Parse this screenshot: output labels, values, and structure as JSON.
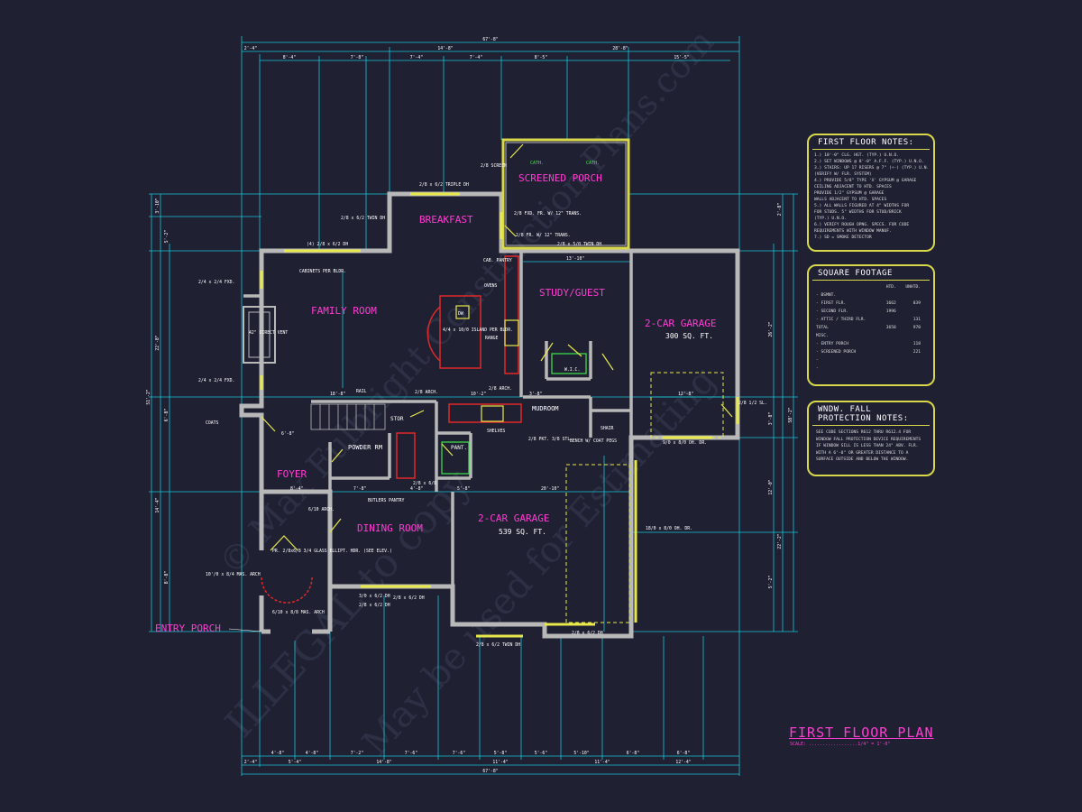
{
  "plan": {
    "title": "FIRST FLOOR PLAN",
    "scale": "SCALE: ..................1/4\" = 1'-0\""
  },
  "rooms": [
    {
      "id": "breakfast",
      "label": "BREAKFAST"
    },
    {
      "id": "screened-porch",
      "label": "SCREENED PORCH"
    },
    {
      "id": "family-room",
      "label": "FAMILY ROOM"
    },
    {
      "id": "study-guest",
      "label": "STUDY/GUEST"
    },
    {
      "id": "garage-small",
      "label": "2-CAR GARAGE",
      "area": "300 SQ. FT."
    },
    {
      "id": "foyer",
      "label": "FOYER"
    },
    {
      "id": "dining-room",
      "label": "DINING ROOM"
    },
    {
      "id": "garage-large",
      "label": "2-CAR GARAGE",
      "area": "539 SQ. FT."
    },
    {
      "id": "entry-porch",
      "label": "ENTRY PORCH"
    },
    {
      "id": "mudroom",
      "label": "MUDROOM"
    },
    {
      "id": "powder-rm",
      "label": "POWDER RM"
    }
  ],
  "notes": {
    "first_floor": {
      "title": "FIRST FLOOR NOTES:",
      "items": [
        "1.) 10'-0\" CLG. HGT. (TYP.) U.N.O.",
        "2.) SET WINDOWS @ 8'-0\" A.F.F. (TYP.) U.N.O.",
        "3.) STAIRS: UP 17 RISERS @ 7\" (+-) (TYP.) U.N.O.",
        "    (VERIFY W/ FLR. SYSTEM)",
        "4.) PROVIDE 5/8\" TYPE 'X' GYPSUM @ GARAGE",
        "    CEILING ADJACENT TO HTD. SPACES",
        "    PROVIDE 1/2\" GYPSUM @ GARAGE",
        "    WALLS ADJACENT TO HTD. SPACES",
        "5.) ALL WALLS FIGURED AT 4\" WIDTHS FOR",
        "    FOR STUDS. 5\" WIDTHS FOR STUD/BRICK",
        "    (TYP.) U.N.O.",
        "6.) VERIFY ROUGH OPNG. SPECS. FOR CODE",
        "    REQUIREMENTS WITH WINDOW MANUF.",
        "7.) SD = SMOKE DETECTOR"
      ]
    },
    "square_footage": {
      "title": "SQUARE FOOTAGE",
      "col_heated": "HTD.",
      "col_unheated": "UNHTD.",
      "rows": [
        {
          "label": "- BSMNT.",
          "htd": "",
          "unhtd": ""
        },
        {
          "label": "- FIRST FLR.",
          "htd": "1662",
          "unhtd": "839"
        },
        {
          "label": "- SECOND FLR.",
          "htd": "1996",
          "unhtd": ""
        },
        {
          "label": "- ATTIC / THIRD FLR.",
          "htd": "",
          "unhtd": "131"
        },
        {
          "label": "TOTAL",
          "htd": "3658",
          "unhtd": "970"
        },
        {
          "label": "MISC.",
          "htd": "",
          "unhtd": ""
        },
        {
          "label": "- ENTRY PORCH",
          "htd": "",
          "unhtd": "118"
        },
        {
          "label": "- SCREENED PORCH",
          "htd": "",
          "unhtd": "221"
        },
        {
          "label": "-",
          "htd": "",
          "unhtd": ""
        },
        {
          "label": "-",
          "htd": "",
          "unhtd": ""
        }
      ]
    },
    "fall_protection": {
      "title": "WNDW. FALL PROTECTION NOTES:",
      "text": "SEE CODE SECTIONS R612 THRU R612.4 FOR WINDOW FALL PROTECTION DEVICE REQUIREMENTS IF WINDOW SILL IS LESS THAN 24\" ABV. FLR. WITH A 6'-0\" OR GREATER DISTANCE TO A SURFACE OUTSIDE AND BELOW THE WINDOW."
    }
  },
  "dimensions": {
    "top_overall": "67'-8\"",
    "top_row1": [
      "2'-4\"",
      "14'-8\"",
      "28'-8\""
    ],
    "top_row2": [
      "8'-4\"",
      "7'-8\"",
      "7'-4\"",
      "7'-4\"",
      "8'-5\"",
      "15'-5\""
    ],
    "bottom_row1": [
      "4'-8\"",
      "4'-8\"",
      "7'-2\"",
      "7'-6\"",
      "7'-6\"",
      "5'-8\"",
      "5'-6\"",
      "5'-10\"",
      "6'-8\"",
      "6'-8\""
    ],
    "bottom_row2": [
      "2'-4\"",
      "5'-4\"",
      "14'-8\"",
      "11'-4\"",
      "11'-4\"",
      "12'-4\""
    ],
    "bottom_overall": "67'-8\"",
    "left_overall": "51'-2\"",
    "right_overall": "58'-2\"",
    "left_side": [
      "3'-10\"",
      "5'-2\"",
      "22'-8\"",
      "6'-8\"",
      "14'-4\"",
      "8'-8\""
    ],
    "right_side": [
      "2'-8\"",
      "26'-2\"",
      "3'-8\"",
      "12'-0\"",
      "5'-2\"",
      "22'-2\""
    ]
  },
  "annotations": {
    "cabinets": "CABINETS PER BLDR.",
    "fxd1": "2/4 x 2/4 FXD.",
    "fxd2": "2/4 x 2/4 FXD.",
    "direct_vent": "42\" DIRECT VENT",
    "triple_dh": "2/8 x 6/2 TRIPLE DH",
    "twin_dh_top": "2/8 x 6/2 TWIN DH",
    "four_dh": "(4) 2/8 x 6/2 DH",
    "screen": "2/8 SCREEN",
    "fxd_transom": "2/8 FXD. FR. W/ 12\" TRANS.",
    "fr_transom": "2/8 FR. W/ 12\" TRANS.",
    "twin_dh_porch": "2/8 x 5/0 TWIN DH",
    "cab_pantry": "CAB. PANTRY",
    "ovens": "OVENS",
    "range": "RANGE",
    "island": "4/4 x 10/0 ISLAND PER BLDR.",
    "dw": "DW",
    "coats": "COATS",
    "rail": "RAIL",
    "stor": "STOR",
    "arch_top": "2/8 ARCH.",
    "arch_mid": "2/8 ARCH.",
    "shelves": "SHELVES",
    "pant": "PANT.",
    "bench": "BENCH W/ COAT PEGS",
    "pkt_stl": "2/8 PKT. 3/8 STL.",
    "wic": "W.I.C.",
    "garage_door_small": "9/0 x 8/0 OH. DR.",
    "garage_door_large": "18/0 x 8/0 OH. DR.",
    "butlers_pantry": "BUTLERS PANTRY",
    "arch_dining": "6/10 ARCH.",
    "arch_butler": "2/8 x 6/8",
    "entry_door": "PR. 2/8x6/8 3/4 GLASS ELLIPT. HDR. (SEE ELEV.)",
    "mas_arch": "10'/0 x 8/4 MAS. ARCH",
    "mas_arch2": "6/10 x 8/8 MAS. ARCH",
    "dh_dining1": "3/0 x 6/2 DH",
    "dh_dining2": "2/8 x 6/2 DH",
    "dh_dining3": "2/8 x 6/2 DH",
    "twin_dh_garage": "2/8 x 6/2 TWIN DH",
    "dh_garage": "2/8 x 6/2 DH",
    "cath1": "CATH.",
    "cath2": "CATH.",
    "sl_door": "2/8 1/2 SL.",
    "shair": "SHAIR",
    "dim_13_10": "13'-10\"",
    "dim_12_8": "12'-8\"",
    "dim_18_8": "18'-8\"",
    "dim_10_2": "10'-2\"",
    "dim_20_10": "20'-10\"",
    "dim_8_4": "8'-4\"",
    "dim_7_8": "7'-8\"",
    "dim_6_8": "6'-8\"",
    "dim_4_8": "4'-8\"",
    "dim_3_8": "3'-8\"",
    "dim_5_8": "5'-8\""
  },
  "watermarks": [
    "© Max Fulbright Construction Plans.com",
    "ILLEGAL to copy",
    "May be used for Estimating"
  ]
}
